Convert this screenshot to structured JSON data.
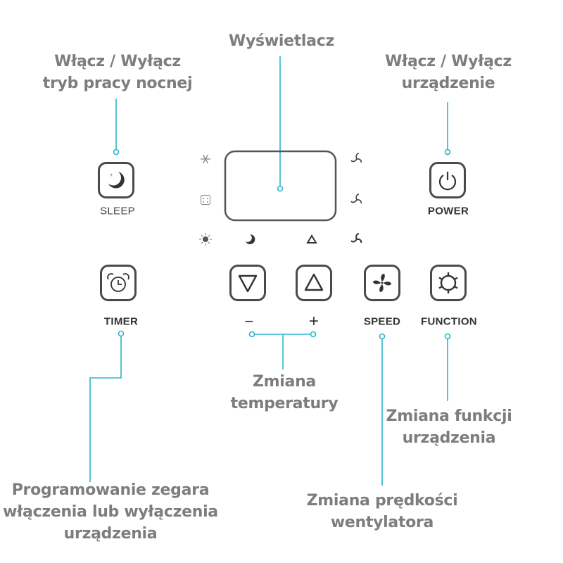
{
  "captions": {
    "display": "Wyświetlacz",
    "sleep": [
      "Włącz / Wyłącz",
      "tryb pracy nocnej"
    ],
    "power": [
      "Włącz / Wyłącz",
      "urządzenie"
    ],
    "temperature": [
      "Zmiana",
      "temperatury"
    ],
    "function": [
      "Zmiana funkcji",
      "urządzenia"
    ],
    "speed": [
      "Zmiana prędkości",
      "wentylatora"
    ],
    "timer": [
      "Programowanie zegara",
      "włączenia lub wyłączenia",
      "urządzenia"
    ]
  },
  "buttons": {
    "sleep": "SLEEP",
    "power": "POWER",
    "timer": "TIMER",
    "minus": "−",
    "plus": "+",
    "speed": "SPEED",
    "function": "FUNCTION"
  },
  "colors": {
    "leader": "#2bb5c9",
    "caption": "#7d7d7d",
    "panel": "#4a4a4a"
  }
}
